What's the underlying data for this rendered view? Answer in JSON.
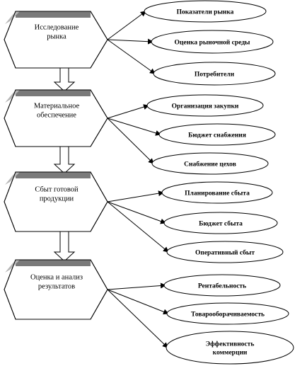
{
  "colors": {
    "stage_fill": "#ffffff",
    "stage_top_bar": "#7a7a7a",
    "stage_side_bar": "#b8b8b8",
    "stroke": "#000000",
    "arrow_fill": "#ffffff"
  },
  "stages": [
    {
      "label_lines": [
        "Исследование",
        "рынка"
      ],
      "outcomes": [
        {
          "label_lines": [
            "Показатели рынка"
          ]
        },
        {
          "label_lines": [
            "Оценка рыночной среды"
          ]
        },
        {
          "label_lines": [
            "Потребители"
          ]
        }
      ]
    },
    {
      "label_lines": [
        "Материальное",
        "обеспечение"
      ],
      "outcomes": [
        {
          "label_lines": [
            "Организация закупки"
          ]
        },
        {
          "label_lines": [
            "Бюджет снабжения"
          ]
        },
        {
          "label_lines": [
            "Снабжение цехов"
          ]
        }
      ]
    },
    {
      "label_lines": [
        "Сбыт готовой",
        "продукции"
      ],
      "outcomes": [
        {
          "label_lines": [
            "Планирование сбыта"
          ]
        },
        {
          "label_lines": [
            "Бюджет сбыта"
          ]
        },
        {
          "label_lines": [
            "Оперативный сбыт"
          ]
        }
      ]
    },
    {
      "label_lines": [
        "Оценка и анализ",
        "результатов"
      ],
      "outcomes": [
        {
          "label_lines": [
            "Рентабельность"
          ]
        },
        {
          "label_lines": [
            "Товарооборачиваемость"
          ]
        },
        {
          "label_lines": [
            "Эффективность",
            "коммерции"
          ]
        }
      ]
    }
  ]
}
